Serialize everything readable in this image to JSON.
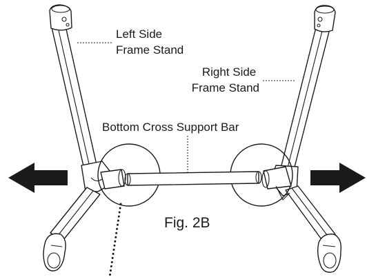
{
  "labels": {
    "left_frame": [
      "Left Side",
      "Frame Stand"
    ],
    "right_frame": [
      "Right Side",
      "Frame Stand"
    ],
    "cross_bar": "Bottom Cross Support Bar",
    "figure": "Fig. 2B"
  },
  "colors": {
    "ink": "#1a1a1a",
    "background": "#ffffff"
  },
  "icons": {
    "left_arrow": "arrow-left-icon",
    "right_arrow": "arrow-right-icon"
  }
}
